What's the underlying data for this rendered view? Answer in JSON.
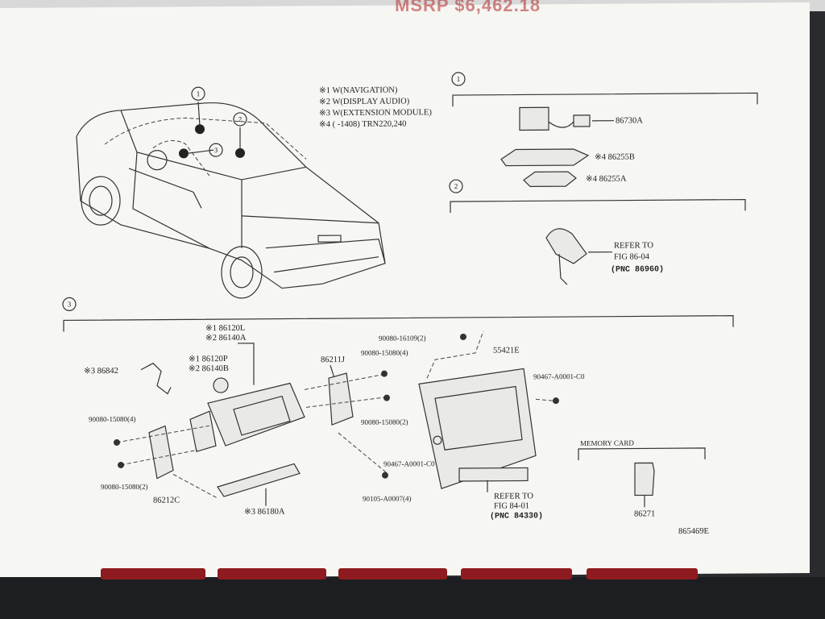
{
  "header": {
    "msrp_text": "MSRP $6,462.18"
  },
  "legend": [
    "※1 W(NAVIGATION)",
    "※2 W(DISPLAY AUDIO)",
    "※3 W(EXTENSION MODULE)",
    "※4 (        -1408) TRN220,240"
  ],
  "callouts": {
    "c1": "1",
    "c2": "2",
    "c3": "3"
  },
  "section1": {
    "part_86730a": "86730A",
    "part_86255b": "※4 86255B",
    "part_86255a": "※4 86255A"
  },
  "section2": {
    "refer1": "REFER TO",
    "refer2": "FIG 86-04",
    "refer3": "(PNC 86960)"
  },
  "section3": {
    "p86120l": "※1 86120L",
    "p86140a": "※2 86140A",
    "p86120p": "※1 86120P",
    "p86140b": "※2 86140B",
    "p86842": "※3 86842",
    "p86211j": "86211J",
    "p55421e": "55421E",
    "b16109": "90080-16109(2)",
    "b15080_4a": "90080-15080(4)",
    "b15080_4b": "90080-15080(4)",
    "b15080_2a": "90080-15080(2)",
    "b15080_2b": "90080-15080(2)",
    "c0001a": "90467-A0001-C0",
    "c0001b": "90467-A0001-C0",
    "a0007": "90105-A0007(4)",
    "p86212c": "86212C",
    "p86180a": "※3 86180A",
    "refer1": "REFER TO",
    "refer2": "FIG 84-01",
    "refer3": "(PNC 84330)",
    "memory_card": "MEMORY CARD",
    "p86271": "86271",
    "fig_id": "865469E"
  }
}
